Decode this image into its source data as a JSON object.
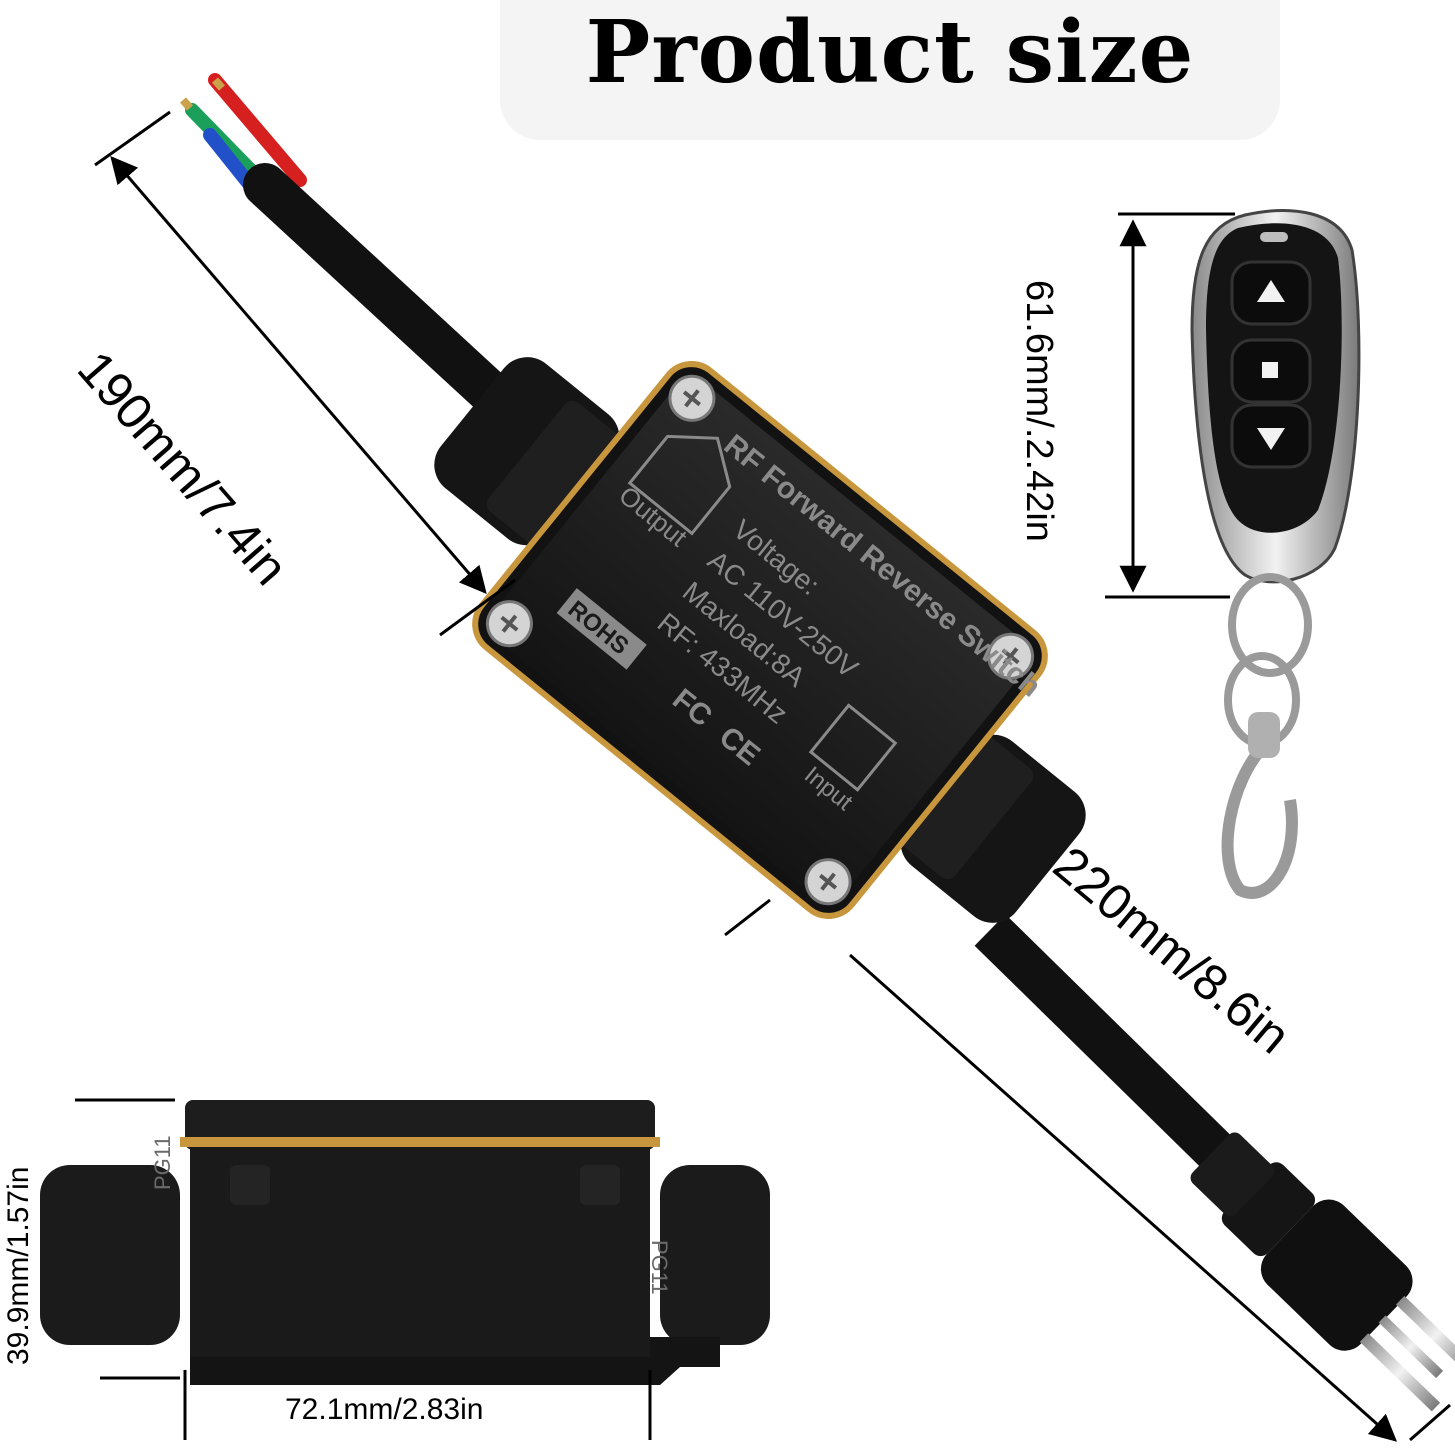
{
  "header": {
    "title": "Product size"
  },
  "dimensions": {
    "input_cable": "190mm/7.4in",
    "output_cable": "220mm/8.6in",
    "remote_height": "61.6mm/.2.42in",
    "box_height": "39.9mm/1.57in",
    "box_width": "72.1mm/2.83in"
  },
  "switch_label": {
    "name": "RF Forward Reverse Switch",
    "voltage_label": "Voltage:",
    "voltage": "AC 110V-250V",
    "maxload": "Maxload:8A",
    "rf": "RF: 433MHz",
    "output": "Output",
    "input": "Input",
    "rohs": "ROHS",
    "fc": "FC",
    "ce": "CE"
  },
  "gland_label": "PG11",
  "remote_buttons": [
    "up-arrow-icon",
    "stop-square-icon",
    "down-arrow-icon"
  ],
  "colors": {
    "housing": "#1c1c1c",
    "seal": "#c8963c",
    "wire_red": "#d62020",
    "wire_green": "#1aa05a",
    "wire_blue": "#2250c8",
    "chrome": "#c8c8c8"
  }
}
